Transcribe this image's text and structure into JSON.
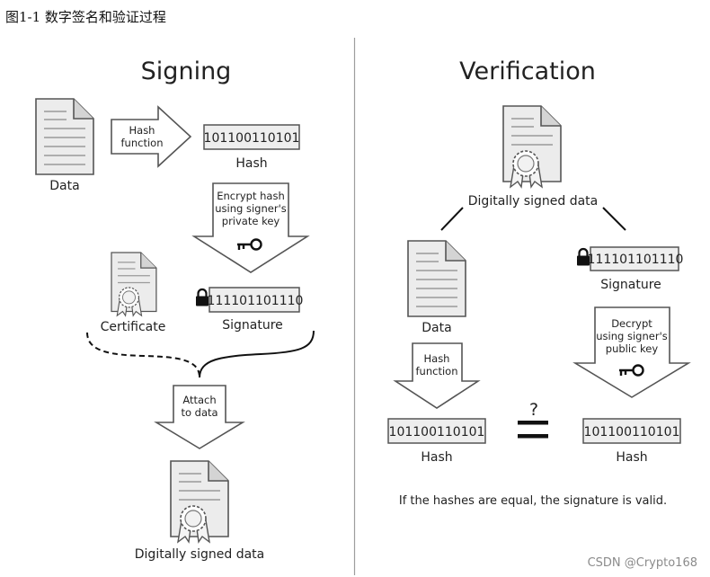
{
  "caption": "图1-1  数字签名和验证过程",
  "signing": {
    "title": "Signing",
    "data_label": "Data",
    "hash_arrow_line1": "Hash",
    "hash_arrow_line2": "function",
    "hash_value": "101100110101",
    "hash_label": "Hash",
    "encrypt_line1": "Encrypt hash",
    "encrypt_line2": "using signer's",
    "encrypt_line3": "private key",
    "certificate_label": "Certificate",
    "signature_value": "111101101110",
    "signature_label": "Signature",
    "attach_line1": "Attach",
    "attach_line2": "to data",
    "signed_data_label": "Digitally signed data"
  },
  "verification": {
    "title": "Verification",
    "signed_data_label": "Digitally signed data",
    "data_label": "Data",
    "signature_value": "111101101110",
    "signature_label": "Signature",
    "hash_arrow_line1": "Hash",
    "hash_arrow_line2": "function",
    "decrypt_line1": "Decrypt",
    "decrypt_line2": "using signer's",
    "decrypt_line3": "public key",
    "question_mark": "?",
    "hash_left_value": "101100110101",
    "hash_left_label": "Hash",
    "hash_right_value": "101100110101",
    "hash_right_label": "Hash",
    "result_text": "If the hashes are equal, the signature is valid."
  },
  "watermark": "CSDN @Crypto168",
  "icons": [
    "document-icon",
    "certificate-icon",
    "lock-icon",
    "key-icon"
  ]
}
